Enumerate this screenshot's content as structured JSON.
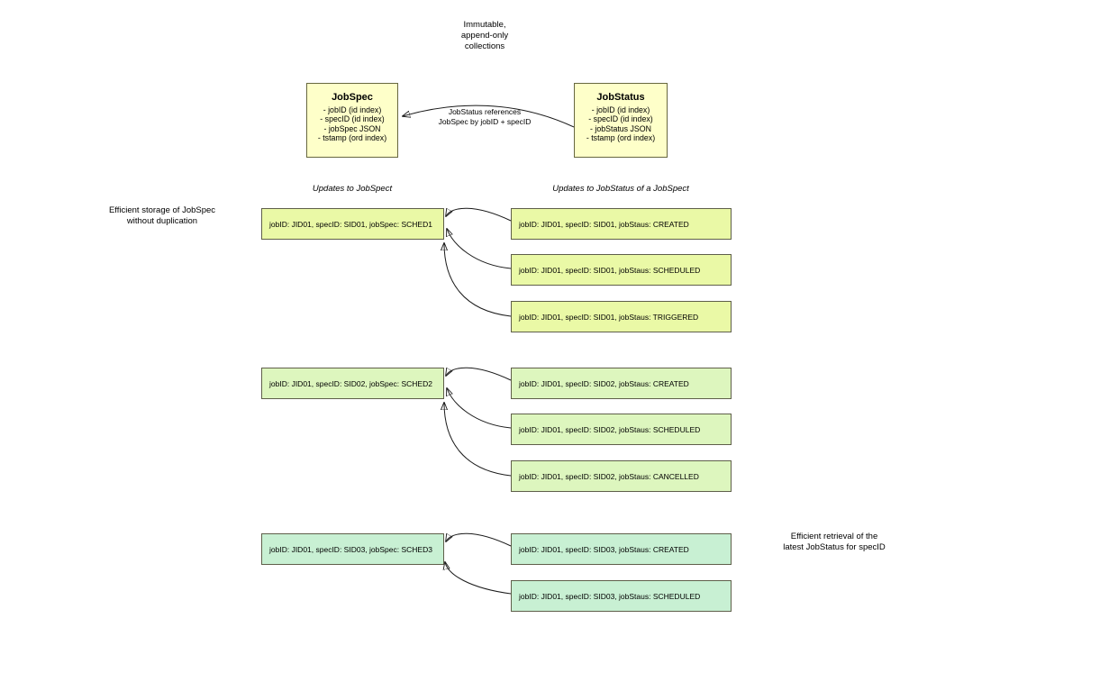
{
  "colors": {
    "background": "#ffffff",
    "collection_fill": "#feffc9",
    "collection_border": "#67673f",
    "record_border": "#5f5f4a",
    "group1_fill": "#eaf9a6",
    "group2_fill": "#ddf6be",
    "group3_fill": "#c8f0d3",
    "arrow": "#1a1a1a",
    "text": "#000000"
  },
  "top_note": "Immutable,\nappend-only\ncollections",
  "collections": {
    "jobspec": {
      "title": "JobSpec",
      "fields": [
        "- jobID (id index)",
        "- specID (id index)",
        "- jobSpec JSON",
        "- tstamp (ord index)"
      ]
    },
    "jobstatus": {
      "title": "JobStatus",
      "fields": [
        "- jobID (id index)",
        "- specID (id index)",
        "- jobStatus JSON",
        "- tstamp (ord index)"
      ]
    },
    "reference_label": "JobStatus references\nJobSpec by jobID + specID"
  },
  "headers": {
    "left": "Updates to JobSpect",
    "right": "Updates to JobStatus of a JobSpect"
  },
  "annotations": {
    "left": "Efficient storage of JobSpec\nwithout duplication",
    "right": "Efficient retrieval of the\nlatest JobStatus for specID"
  },
  "groups": [
    {
      "spec": "jobID: JID01, specID: SID01, jobSpec: SCHED1",
      "statuses": [
        "jobID: JID01, specID: SID01, jobStaus: CREATED",
        "jobID: JID01, specID: SID01, jobStaus: SCHEDULED",
        "jobID: JID01, specID: SID01, jobStaus: TRIGGERED"
      ]
    },
    {
      "spec": "jobID: JID01, specID: SID02, jobSpec: SCHED2",
      "statuses": [
        "jobID: JID01, specID: SID02, jobStaus: CREATED",
        "jobID: JID01, specID: SID02, jobStaus: SCHEDULED",
        "jobID: JID01, specID: SID02, jobStaus: CANCELLED"
      ]
    },
    {
      "spec": "jobID: JID01, specID: SID03, jobSpec: SCHED3",
      "statuses": [
        "jobID: JID01, specID: SID03, jobStaus: CREATED",
        "jobID: JID01, specID: SID03, jobStaus: SCHEDULED"
      ]
    }
  ]
}
